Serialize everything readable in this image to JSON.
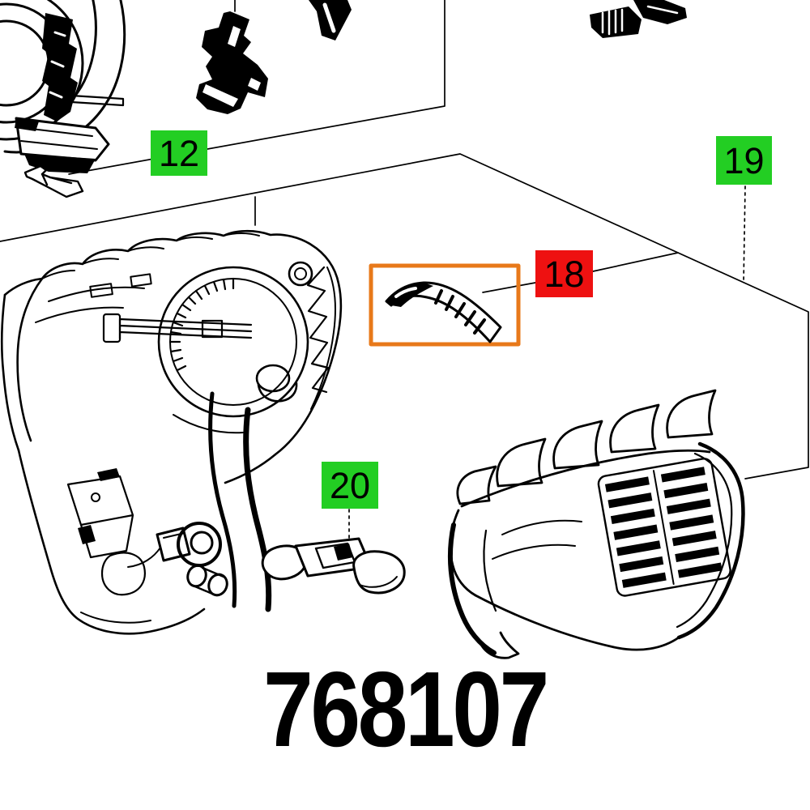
{
  "diagram": {
    "type": "exploded-parts-diagram",
    "part_number": "768107",
    "callouts": [
      {
        "number": "12",
        "style": "green"
      },
      {
        "number": "18",
        "style": "red"
      },
      {
        "number": "19",
        "style": "green"
      },
      {
        "number": "20",
        "style": "green"
      }
    ],
    "colors": {
      "callout_green": "#23CE23",
      "callout_red": "#EE1111",
      "highlight_orange": "#E8791A",
      "line": "#000000",
      "background": "#FFFFFF"
    }
  }
}
